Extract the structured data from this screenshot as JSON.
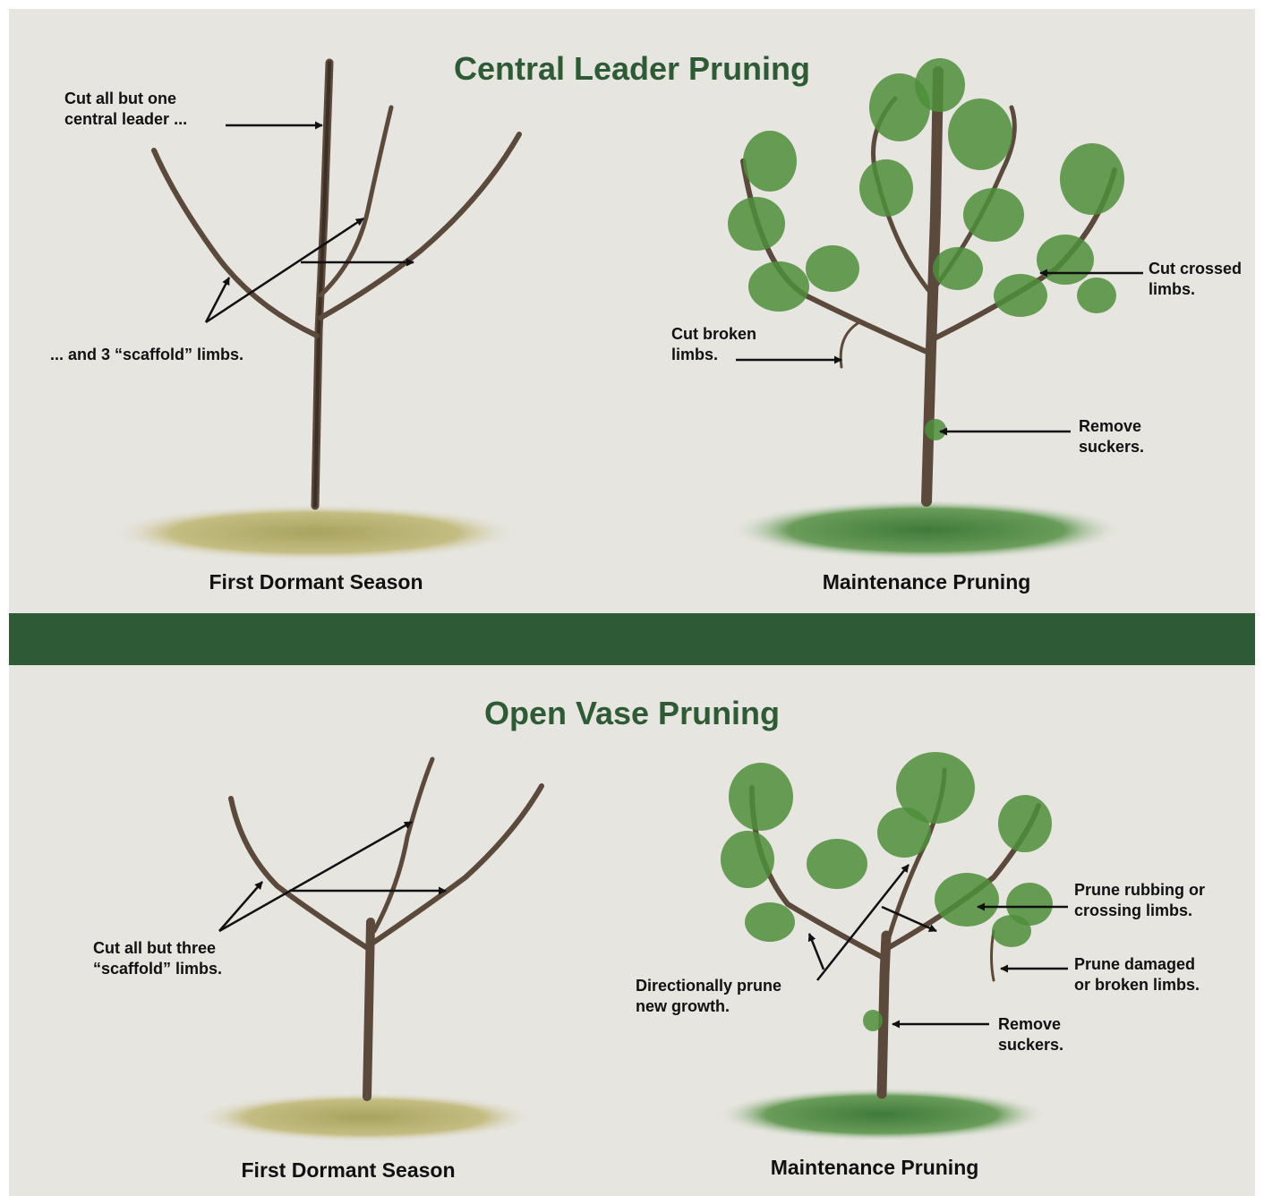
{
  "colors": {
    "background": "#e6e5e0",
    "band": "#2e5b35",
    "title": "#2e5b35",
    "bark": "#5b4a3c",
    "leaf": "#4e8e3a",
    "dry_grass": "#b7b070",
    "green_grass": "#4e8a44"
  },
  "sections": {
    "central": {
      "title": "Central Leader Pruning",
      "dormant": {
        "caption": "First Dormant Season",
        "label_leader": "Cut all but one\ncentral leader ...",
        "label_scaffold": "... and 3 “scaffold” limbs."
      },
      "maintenance": {
        "caption": "Maintenance Pruning",
        "label_crossed": "Cut crossed\nlimbs.",
        "label_broken": "Cut broken\nlimbs.",
        "label_suckers": "Remove\nsuckers."
      }
    },
    "vase": {
      "title": "Open Vase Pruning",
      "dormant": {
        "caption": "First Dormant Season",
        "label_scaffold": "Cut all but three\n“scaffold” limbs."
      },
      "maintenance": {
        "caption": "Maintenance Pruning",
        "label_rubbing": "Prune rubbing or\ncrossing limbs.",
        "label_damaged": "Prune damaged\nor broken limbs.",
        "label_directional": "Directionally prune\nnew growth.",
        "label_suckers": "Remove\nsuckers."
      }
    }
  },
  "icons": [
    "arrow-icon",
    "tree-icon",
    "leaf-icon"
  ]
}
